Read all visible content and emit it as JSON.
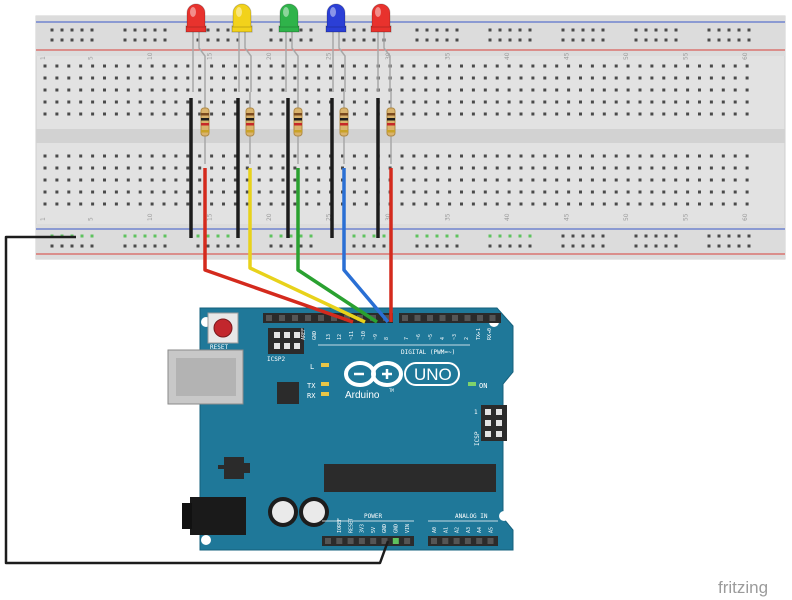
{
  "board": {
    "reset_label": "RESET",
    "icsp2_label": "ICSP2",
    "icsp_label": "ICSP",
    "aref_label": "AREF",
    "gnd_label": "GND",
    "digital_label": "DIGITAL (PWM=~)",
    "digital_pins": [
      "13",
      "12",
      "~11",
      "~10",
      "~9",
      "8",
      "7",
      "~6",
      "~5",
      "4",
      "~3",
      "2",
      "TX▸1",
      "RX◂0"
    ],
    "tx_label": "TX",
    "rx_label": "RX",
    "l_label": "L",
    "on_label": "ON",
    "uno_label": "UNO",
    "arduino_label": "Arduino",
    "tm_label": "TM",
    "icsp_pin1": "1",
    "power_label": "POWER",
    "power_pins": [
      "IOREF",
      "RESET",
      "3V3",
      "5V",
      "GND",
      "GND",
      "VIN"
    ],
    "analog_label": "ANALOG IN",
    "analog_pins": [
      "A0",
      "A1",
      "A2",
      "A3",
      "A4",
      "A5"
    ],
    "colors": {
      "pcb": "#1f7899",
      "pcb_dark": "#16607c",
      "silk": "#ffffff",
      "header": "#2b2b2b"
    }
  },
  "breadboard": {
    "column_numbers": [
      "1",
      "5",
      "10",
      "15",
      "20",
      "25",
      "30",
      "35",
      "40",
      "45",
      "50",
      "55",
      "60"
    ],
    "colors": {
      "body": "#e4e4e4",
      "rail_red": "#d9403a",
      "rail_blue": "#3a59c9",
      "hole": "#4a4a4a",
      "hole_connected": "#5ec25e"
    }
  },
  "leds": [
    {
      "name": "led-red-1",
      "color": "#e8322d"
    },
    {
      "name": "led-yellow",
      "color": "#f2d21b"
    },
    {
      "name": "led-green",
      "color": "#2fb34a"
    },
    {
      "name": "led-blue",
      "color": "#2b3fd6"
    },
    {
      "name": "led-red-2",
      "color": "#e8322d"
    }
  ],
  "wires": {
    "signal_colors": [
      "#d42a1d",
      "#e8d21b",
      "#2aa130",
      "#2a6fd4",
      "#d42a1d"
    ],
    "ground_color": "#1c1c1c"
  },
  "watermark": "fritzing"
}
